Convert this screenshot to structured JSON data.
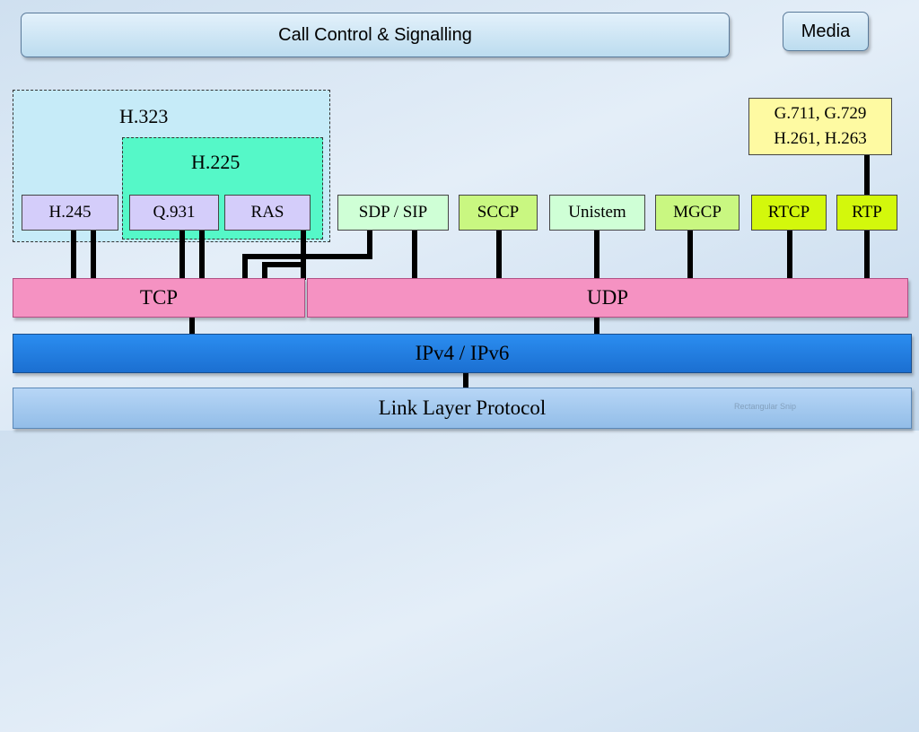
{
  "header": {
    "call_control": "Call Control & Signalling",
    "media": "Media"
  },
  "groups": {
    "h323": "H.323",
    "h225": "H.225"
  },
  "protocols": {
    "h245": "H.245",
    "q931": "Q.931",
    "ras": "RAS",
    "sdp_sip": "SDP / SIP",
    "sccp": "SCCP",
    "unistem": "Unistem",
    "mgcp": "MGCP",
    "rtcp": "RTCP",
    "rtp": "RTP"
  },
  "codecs": {
    "line1": "G.711, G.729",
    "line2": "H.261, H.263"
  },
  "layers": {
    "tcp": "TCP",
    "udp": "UDP",
    "ip": "IPv4 / IPv6",
    "link": "Link Layer Protocol"
  },
  "watermark": "Rectangular Snip"
}
